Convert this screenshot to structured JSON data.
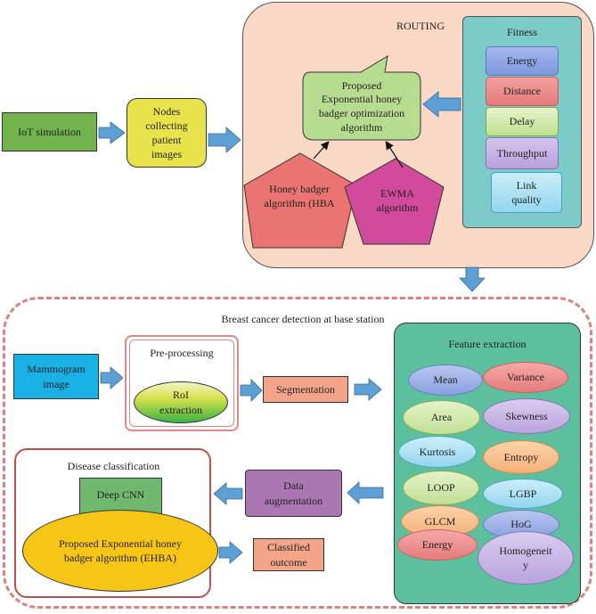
{
  "colors": {
    "routing_bg": "#f9d9c6",
    "fitness_bg": "#7ccbc8",
    "feature_bg": "#5cbf9e",
    "arrow_fill": "#5ea0d4",
    "dashed_border": "#e07f7f",
    "disease_border": "#c0504d"
  },
  "routing": {
    "title": "ROUTING",
    "proposed_lines": [
      "Proposed",
      "Exponential honey",
      "badger optimization",
      "algorithm"
    ],
    "hba_lines": [
      "Honey badger",
      "algorithm (HBA"
    ],
    "ewma_lines": [
      "EWMA",
      "algorithm"
    ]
  },
  "fitness": {
    "title": "Fitness",
    "items": [
      "Energy",
      "Distance",
      "Delay",
      "Throughput",
      "Link quality"
    ]
  },
  "iot": {
    "label": "IoT simulation"
  },
  "nodes": {
    "label": "Nodes collecting patient images"
  },
  "breast": {
    "title": "Breast cancer detection at base station",
    "mammogram": "Mammogram image",
    "preprocessing_title": "Pre-processing",
    "roi": "RoI extraction",
    "segmentation": "Segmentation",
    "augmentation": "Data augmentation",
    "disease_title": "Disease classification",
    "deep_cnn": "Deep CNN",
    "ehba": "Proposed Exponential honey badger algorithm (EHBA)",
    "classified": "Classified outcome"
  },
  "features": {
    "title": "Feature extraction",
    "items": [
      "Mean",
      "Variance",
      "Area",
      "Skewness",
      "Kurtosis",
      "Entropy",
      "LOOP",
      "LGBP",
      "GLCM",
      "HoG",
      "Energy",
      "Homogeneity"
    ],
    "homogeneity_lines": [
      "Homogeneit",
      "y"
    ]
  }
}
